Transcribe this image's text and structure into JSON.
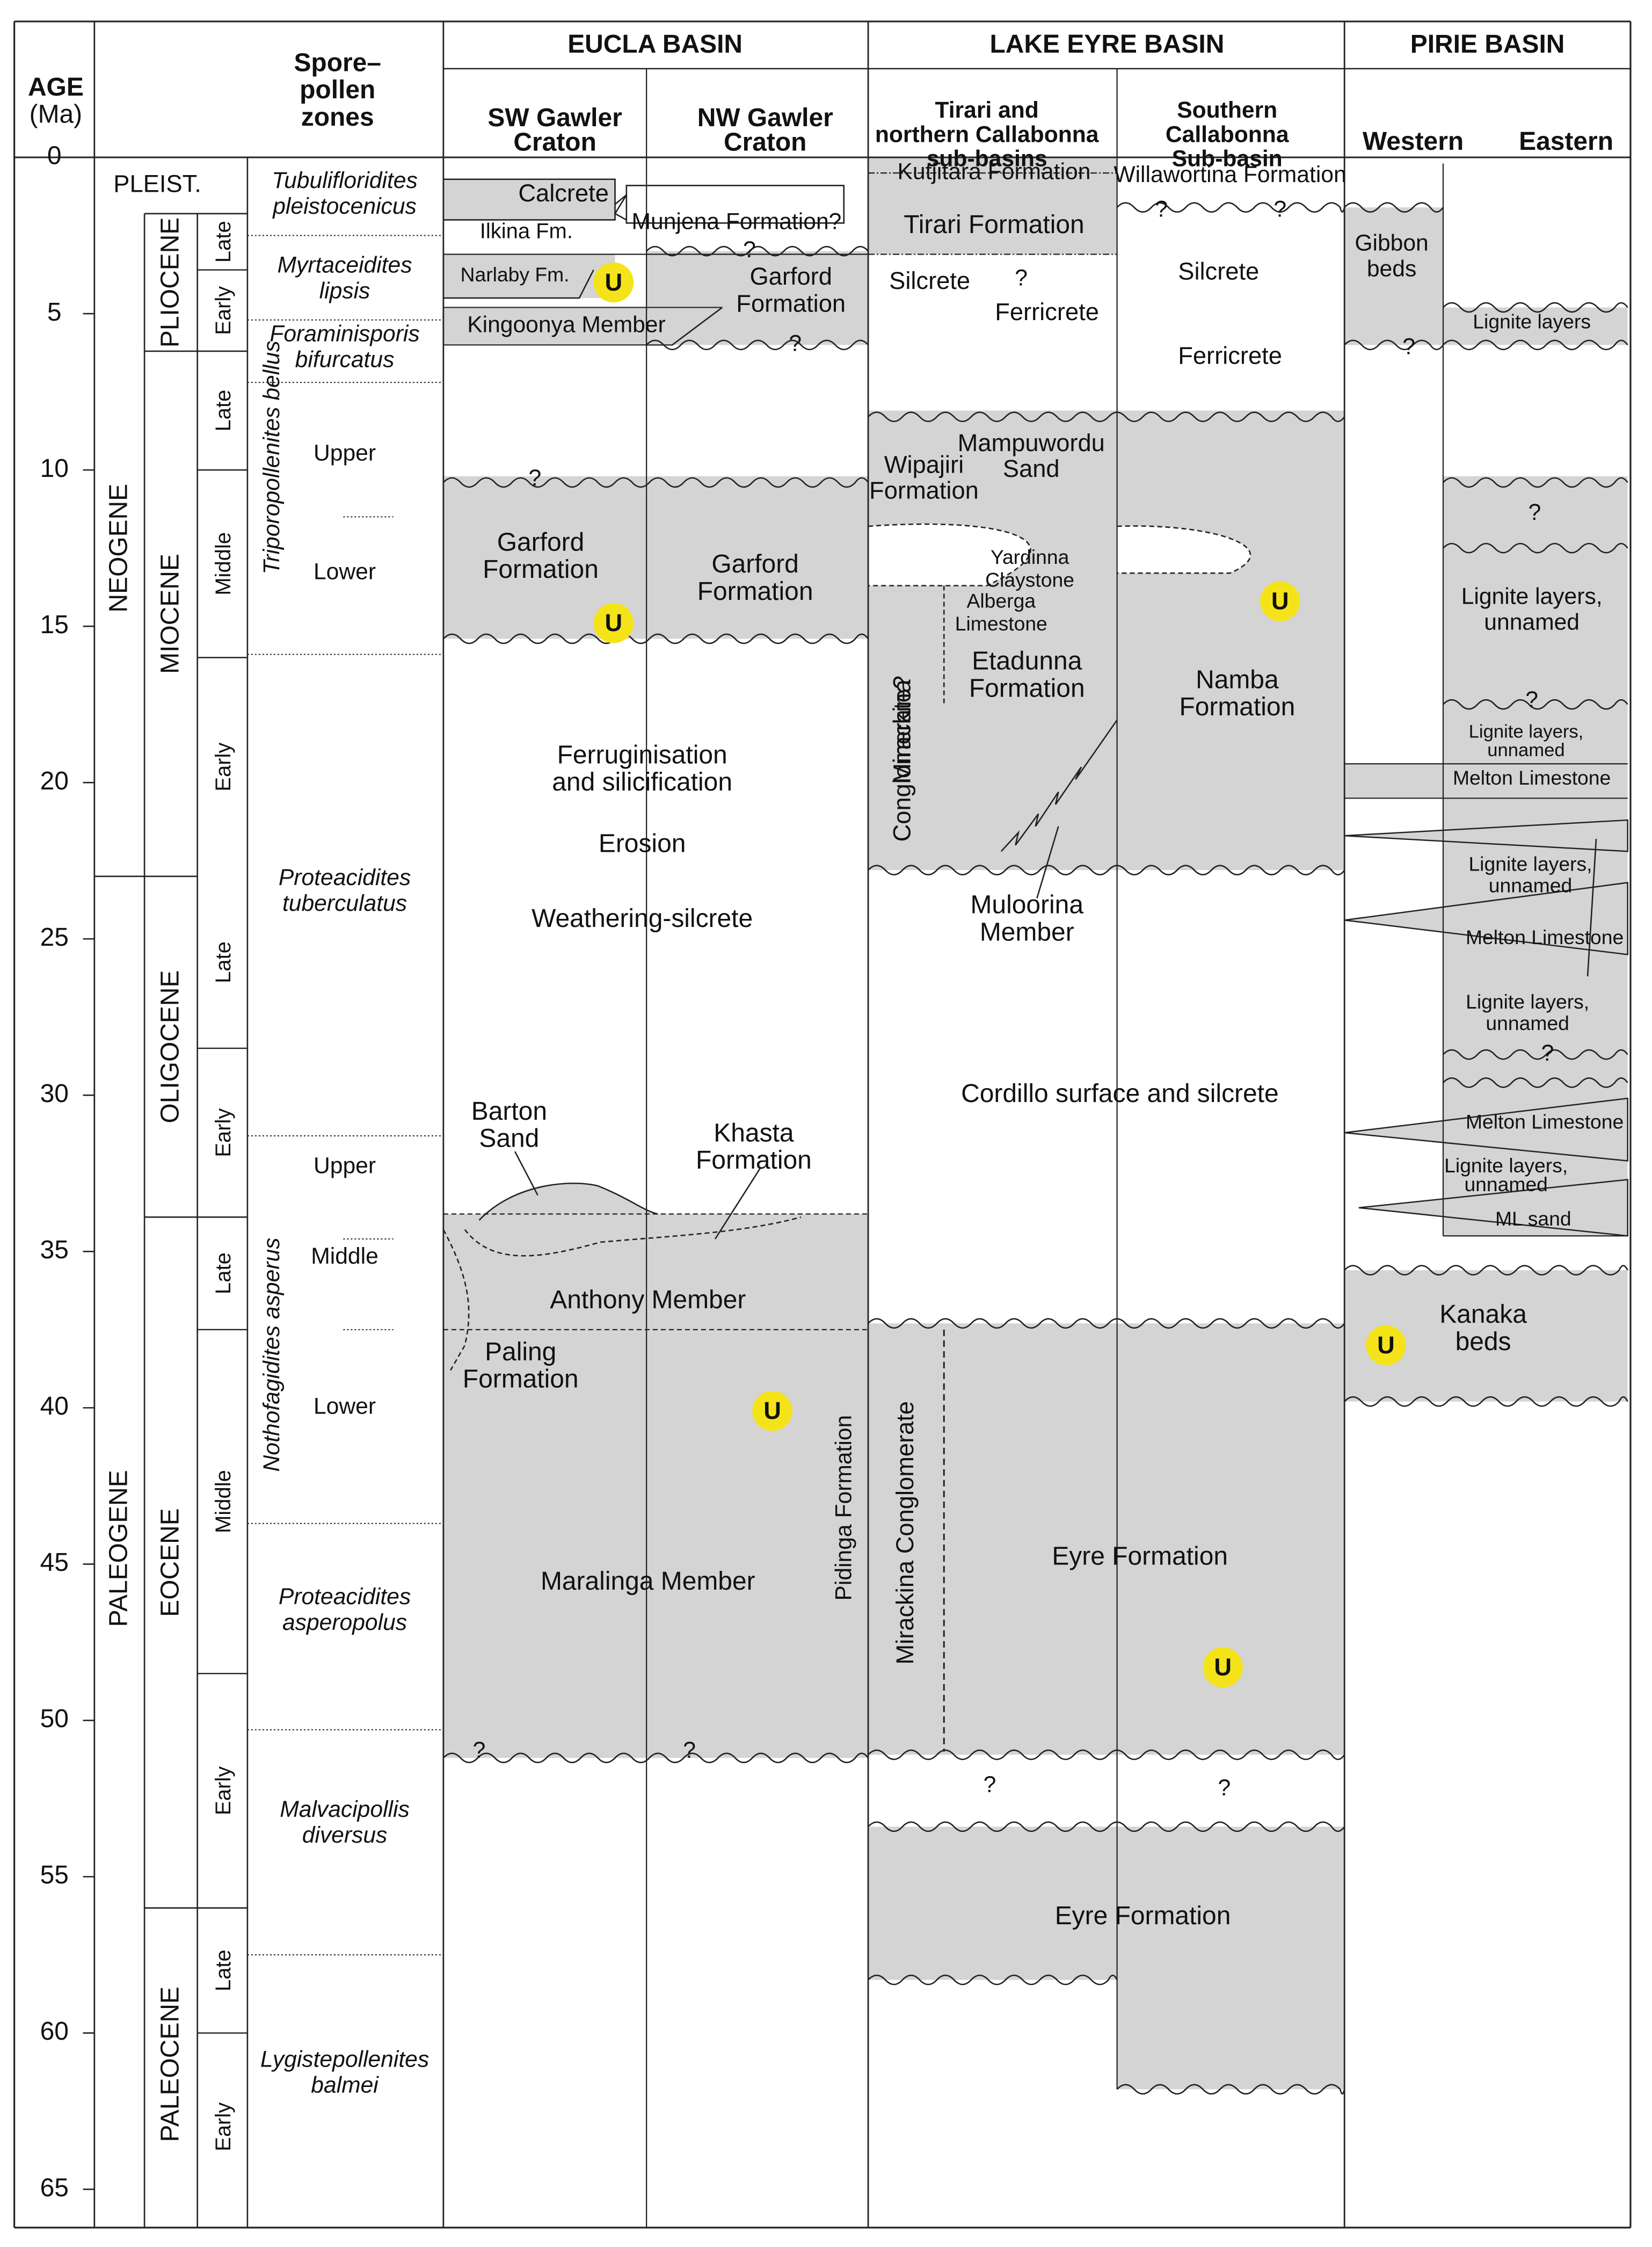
{
  "header": {
    "age": "AGE",
    "age_unit": "(Ma)",
    "spore_zones": [
      "Spore–",
      "pollen",
      "zones"
    ],
    "basins": [
      {
        "name": "EUCLA BASIN"
      },
      {
        "name": "LAKE EYRE BASIN"
      },
      {
        "name": "PIRIE BASIN"
      }
    ],
    "columns": [
      {
        "lines": [
          "SW Gawler",
          "Craton"
        ]
      },
      {
        "lines": [
          "NW Gawler",
          "Craton"
        ]
      },
      {
        "lines": [
          "Tirari and",
          "northern Callabonna",
          "sub-basins"
        ]
      },
      {
        "lines": [
          "Southern",
          "Callabonna",
          "Sub-basin"
        ]
      },
      {
        "lines": [
          "Western"
        ]
      },
      {
        "lines": [
          "Eastern"
        ]
      }
    ]
  },
  "age_axis": {
    "min": 0,
    "max": 65,
    "ticks": [
      "0",
      "5",
      "10",
      "15",
      "20",
      "25",
      "30",
      "35",
      "40",
      "45",
      "50",
      "55",
      "60",
      "65"
    ]
  },
  "periods": [
    {
      "name": "NEOGENE",
      "from": 2.6,
      "to": 23
    },
    {
      "name": "PALEOGENE",
      "from": 23,
      "to": 66
    }
  ],
  "pleist": "PLEIST.",
  "epochs": [
    {
      "name": "PLIOCENE",
      "from": 1.8,
      "to": 6.2
    },
    {
      "name": "MIOCENE",
      "from": 6.2,
      "to": 23
    },
    {
      "name": "OLIGOCENE",
      "from": 23,
      "to": 33.9
    },
    {
      "name": "EOCENE",
      "from": 33.9,
      "to": 56
    },
    {
      "name": "PALEOCENE",
      "from": 56,
      "to": 66
    }
  ],
  "subepochs": [
    {
      "name": "Late",
      "from": 1.8,
      "to": 3.6
    },
    {
      "name": "Early",
      "from": 3.6,
      "to": 6.2
    },
    {
      "name": "Late",
      "from": 6.2,
      "to": 10
    },
    {
      "name": "Middle",
      "from": 10,
      "to": 16
    },
    {
      "name": "Early",
      "from": 16,
      "to": 23
    },
    {
      "name": "Late",
      "from": 23,
      "to": 28.5
    },
    {
      "name": "Early",
      "from": 28.5,
      "to": 33.9
    },
    {
      "name": "Late",
      "from": 33.9,
      "to": 37.5
    },
    {
      "name": "Middle",
      "from": 37.5,
      "to": 48.5
    },
    {
      "name": "Early",
      "from": 48.5,
      "to": 56
    },
    {
      "name": "Late",
      "from": 56,
      "to": 60
    },
    {
      "name": "Early",
      "from": 60,
      "to": 66
    }
  ],
  "zones": [
    {
      "lines": [
        "Tubulifloridites",
        "pleistocenicus"
      ],
      "age": 1.2,
      "italic": true
    },
    {
      "lines": [
        "Myrtaceidites",
        "lipsis"
      ],
      "age": 3.9,
      "italic": true
    },
    {
      "lines": [
        "Foraminisporis",
        "bifurcatus"
      ],
      "age": 6.1,
      "italic": true
    },
    {
      "lines": [
        "Upper"
      ],
      "age": 9.5,
      "italic": false
    },
    {
      "lines": [
        "Lower"
      ],
      "age": 13.3,
      "italic": false
    },
    {
      "lines": [
        "Proteacidites",
        "tuberculatus"
      ],
      "age": 23.5,
      "italic": true
    },
    {
      "lines": [
        "Upper"
      ],
      "age": 32.3,
      "italic": false
    },
    {
      "lines": [
        "Middle"
      ],
      "age": 35.2,
      "italic": false
    },
    {
      "lines": [
        "Lower"
      ],
      "age": 40,
      "italic": false
    },
    {
      "lines": [
        "Proteacidites",
        "asperopolus"
      ],
      "age": 46.5,
      "italic": true
    },
    {
      "lines": [
        "Malvacipollis",
        "diversus"
      ],
      "age": 53.3,
      "italic": true
    },
    {
      "lines": [
        "Lygistepollenites",
        "balmei"
      ],
      "age": 61.3,
      "italic": true
    }
  ],
  "zone_vertical": [
    {
      "text": "Triporopollenites bellus",
      "age": 9.6
    },
    {
      "text": "Nothofagidites asperus",
      "age": 38.3
    }
  ],
  "eucla": {
    "calcrete": "Calcrete",
    "ilkina": "Ilkina Fm.",
    "munjena": "Munjena Formation?",
    "narlaby": "Narlaby Fm.",
    "kingoonya": "Kingoonya Member",
    "garford_pliocene": [
      "Garford",
      "Formation"
    ],
    "garford_sw": [
      "Garford",
      "Formation"
    ],
    "garford_nw": [
      "Garford",
      "Formation"
    ],
    "ferruginisation": [
      "Ferruginisation",
      "and silicification"
    ],
    "erosion": "Erosion",
    "weathering": "Weathering-silcrete",
    "barton": [
      "Barton",
      "Sand"
    ],
    "khasta": [
      "Khasta",
      "Formation"
    ],
    "anthony": "Anthony Member",
    "paling": [
      "Paling",
      "Formation"
    ],
    "maralinga": "Maralinga Member",
    "pidinga": "Pidinga Formation"
  },
  "lake_eyre": {
    "kutjitara": "Kutjitara Formation",
    "willawortina": "Willawortina Formation",
    "tirari": "Tirari Formation",
    "silcrete_left": "Silcrete",
    "ferricrete_left": "Ferricrete",
    "silcrete_right": "Silcrete",
    "ferricrete_right": "Ferricrete",
    "mampuwordu": [
      "Mampuwordu",
      "Sand"
    ],
    "wipajiri": [
      "Wipajiri",
      "Formation"
    ],
    "yardinna": [
      "Yardinna",
      "Claystone"
    ],
    "alberga": [
      "Alberga",
      "Limestone"
    ],
    "etadunna": [
      "Etadunna",
      "Formation"
    ],
    "namba": [
      "Namba",
      "Formation"
    ],
    "mirackina_upper": [
      "Mirackina",
      "Conglomerate?"
    ],
    "muloorina": [
      "Muloorina",
      "Member"
    ],
    "cordillo": "Cordillo surface and silcrete",
    "mirackina_lower": "Mirackina Conglomerate",
    "eyre_upper": "Eyre Formation",
    "eyre_lower": "Eyre Formation"
  },
  "pirie": {
    "gibbon": [
      "Gibbon",
      "beds"
    ],
    "lignite_top": "Lignite layers",
    "lignite_1": [
      "Lignite layers,",
      "unnamed"
    ],
    "lignite_2": [
      "Lignite layers,",
      "unnamed"
    ],
    "melton_1": "Melton Limestone",
    "lignite_3": [
      "Lignite layers,",
      "unnamed"
    ],
    "melton_2": "Melton Limestone",
    "lignite_4": [
      "Lignite layers,",
      "unnamed"
    ],
    "melton_3": "Melton Limestone",
    "lignite_5": [
      "Lignite layers,",
      "unnamed"
    ],
    "ml_sand": "ML sand",
    "kanaka": [
      "Kanaka",
      "beds"
    ]
  },
  "marks": {
    "question": "?",
    "u": "U"
  },
  "colors": {
    "fill": "#d4d4d4",
    "line": "#222222",
    "u_marker": "#f5e31a",
    "dotted": "#333333"
  }
}
